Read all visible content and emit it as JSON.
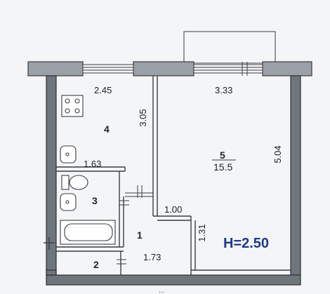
{
  "plan": {
    "ceiling_height": "H=2.50",
    "rooms": [
      {
        "number": "4",
        "area": ""
      },
      {
        "number": "5",
        "area": "15.5"
      },
      {
        "number": "3",
        "area": ""
      },
      {
        "number": "1",
        "area": ""
      },
      {
        "number": "2",
        "area": ""
      }
    ],
    "dimensions": {
      "kitchen_width": "2.45",
      "living_width": "3.33",
      "kitchen_depth": "3.05",
      "living_depth": "5.04",
      "bath_width": "1.63",
      "corridor_width": "1.00",
      "hall_depth": "1.31",
      "hall_width": "1.73"
    },
    "bottom_text": "..."
  }
}
